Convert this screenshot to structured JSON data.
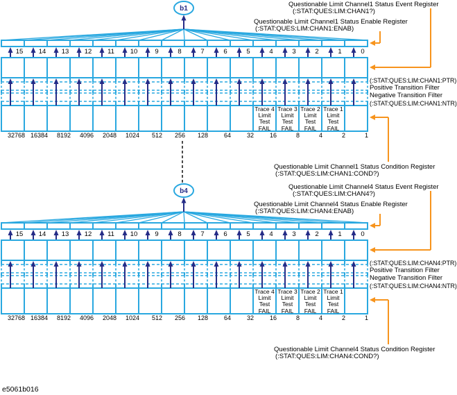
{
  "figure_id": "e5061b016",
  "palette": {
    "cyan": "#29A8E0",
    "navy": "#252C87",
    "orange": "#F7941D",
    "black": "#000000"
  },
  "bits": [
    "15",
    "14",
    "13",
    "12",
    "11",
    "10",
    "9",
    "8",
    "7",
    "6",
    "5",
    "4",
    "3",
    "2",
    "1",
    "0"
  ],
  "weights": [
    "32768",
    "16384",
    "8192",
    "4096",
    "2048",
    "1024",
    "512",
    "256",
    "128",
    "64",
    "32",
    "16",
    "8",
    "4",
    "2",
    "1"
  ],
  "diagrams": [
    {
      "id": "chan1",
      "oval_label": "b1",
      "labels": {
        "event": [
          "Questionable Limit Channel1 Status Event Register",
          "(:STAT:QUES:LIM:CHAN1?)"
        ],
        "enable": [
          "Questionable Limit Channel1 Status Enable Register",
          "(:STAT:QUES:LIM:CHAN1:ENAB)"
        ],
        "ptr": "(:STAT:QUES:LIM:CHAN1:PTR)",
        "positive_filter": "Positive Transition Filter",
        "negative_filter": "Negative Transition Filter",
        "ntr": "(:STAT:QUES:LIM:CHAN1:NTR)",
        "condition": [
          "Questionable Limit Channel1 Status Condition Register",
          "(:STAT:QUES:LIM:CHAN1:COND?)"
        ]
      },
      "trace_cells": [
        {
          "bit": 4,
          "text": "Trace 4\nLimit\nTest\nFAIL"
        },
        {
          "bit": 3,
          "text": "Trace 3\nLimit\nTest\nFAIL"
        },
        {
          "bit": 2,
          "text": "Trace 2\nLimit\nTest\nFAIL"
        },
        {
          "bit": 1,
          "text": "Trace 1\nLimit\nTest\nFAIL"
        }
      ]
    },
    {
      "id": "chan4",
      "oval_label": "b4",
      "labels": {
        "event": [
          "Questionable Limit Channel4 Status Event Register",
          "(:STAT:QUES:LIM:CHAN4?)"
        ],
        "enable": [
          "Questionable Limit Channel4 Status Enable Register",
          "(:STAT:QUES:LIM:CHAN4:ENAB)"
        ],
        "ptr": "(:STAT:QUES:LIM:CHAN4:PTR)",
        "positive_filter": "Positive Transition Filter",
        "negative_filter": "Negative Transition Filter",
        "ntr": "(:STAT:QUES:LIM:CHAN4:NTR)",
        "condition": [
          "Questionable Limit Channel4 Status Condition Register",
          "(:STAT:QUES:LIM:CHAN4:COND?)"
        ]
      },
      "trace_cells": [
        {
          "bit": 4,
          "text": "Trace 4\nLimit\nTest\nFAIL"
        },
        {
          "bit": 3,
          "text": "Trace 3\nLimit\nTest\nFAIL"
        },
        {
          "bit": 2,
          "text": "Trace 2\nLimit\nTest\nFAIL"
        },
        {
          "bit": 1,
          "text": "Trace 1\nLimit\nTest\nFAIL"
        }
      ]
    }
  ]
}
